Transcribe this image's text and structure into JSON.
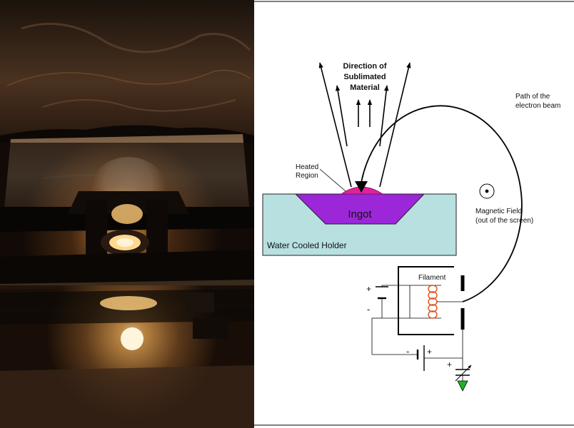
{
  "diagram": {
    "direction_label": [
      "Direction of",
      "Sublimated",
      "Material"
    ],
    "heated_region_label": [
      "Heated",
      "Region"
    ],
    "ingot_label": "Ingot",
    "holder_label": "Water Cooled Holder",
    "beam_label": [
      "Path of the",
      "electron beam"
    ],
    "magnetic_label": [
      "Magnetic Field",
      "(out of the screen)"
    ],
    "filament_label": "Filament",
    "plus_sign": "+",
    "minus_sign": "-"
  },
  "colors": {
    "holder_fill": "#b8e0e0",
    "ingot_fill": "#9b27d8",
    "heated_fill": "#e0229a",
    "coil": "#e05020",
    "ground": "#22b022"
  }
}
